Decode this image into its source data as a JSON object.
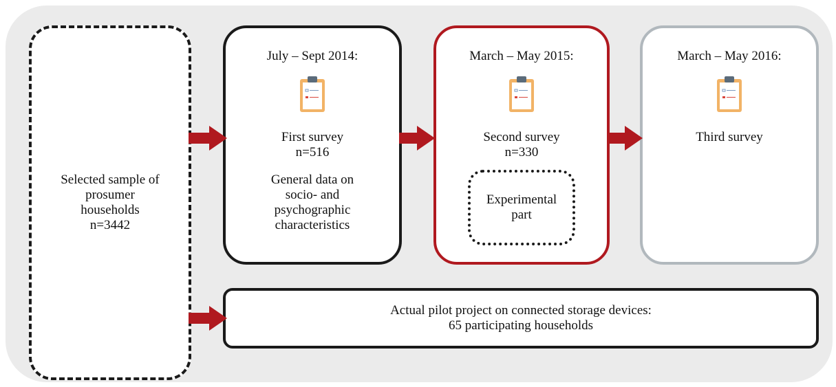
{
  "sample": {
    "line1": "Selected sample of",
    "line2": "prosumer",
    "line3": "households",
    "line4": "n=3442"
  },
  "survey1": {
    "date": "July – Sept 2014:",
    "name": "First survey",
    "n": "n=516",
    "desc1": "General data on",
    "desc2": "socio- and",
    "desc3": "psychographic",
    "desc4": "characteristics",
    "icon": "clipboard-icon"
  },
  "survey2": {
    "date": "March – May 2015:",
    "name": "Second survey",
    "n": "n=330",
    "exp1": "Experimental",
    "exp2": "part",
    "icon": "clipboard-icon"
  },
  "survey3": {
    "date": "March – May 2016:",
    "name": "Third survey",
    "icon": "clipboard-icon"
  },
  "pilot": {
    "line1": "Actual pilot project on connected storage devices:",
    "line2": "65 participating households"
  },
  "colors": {
    "arrow": "#b0191f",
    "survey2_border": "#b0191f",
    "survey3_border": "#b1b8bd",
    "clipboard": "#f2b366",
    "background": "#ebebeb"
  }
}
